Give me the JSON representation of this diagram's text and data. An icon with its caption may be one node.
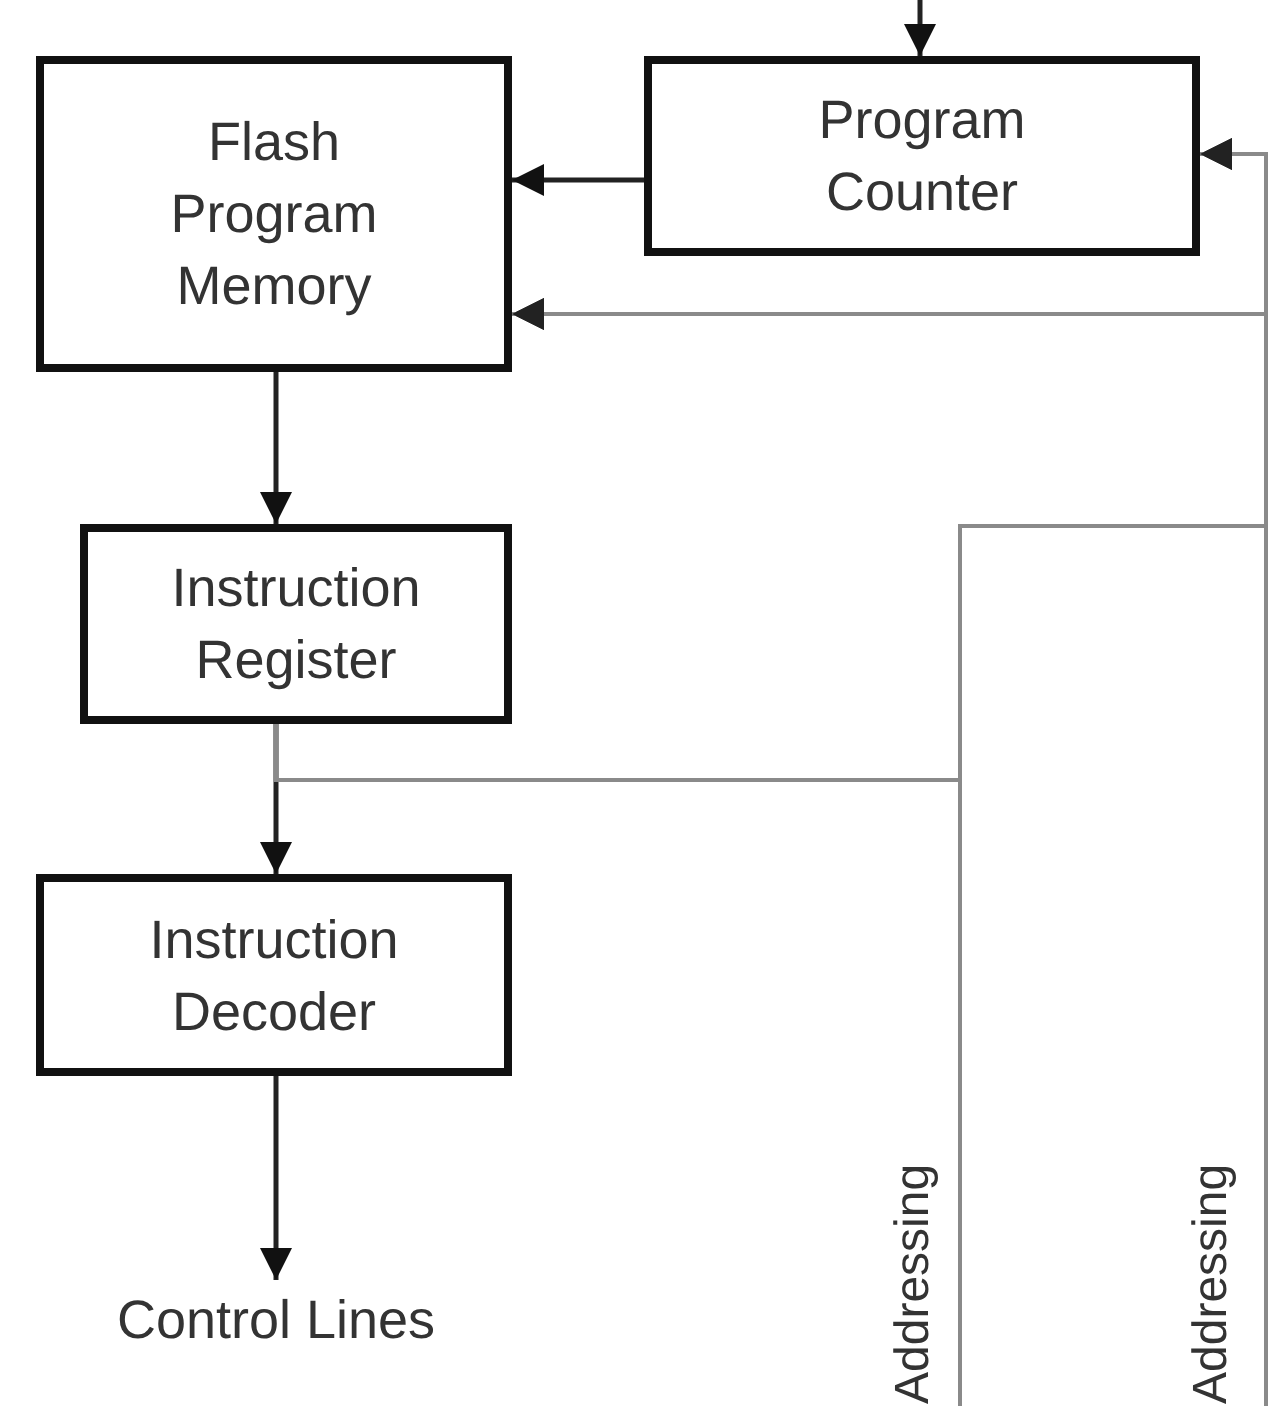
{
  "diagram": {
    "nodes": [
      {
        "text": [
          "Flash Program Memory"
        ]
      },
      {
        "text": [
          "Program Counter"
        ]
      },
      {
        "text": [
          "Instruction Register"
        ]
      },
      {
        "text": [
          "Instruction Decoder"
        ]
      },
      {
        "text": [
          "Control Lines"
        ]
      }
    ],
    "edges": [
      {
        "from": null,
        "to": 1,
        "arrow": "to"
      },
      {
        "from": 1,
        "to": 0,
        "arrow": "to"
      },
      {
        "from": 0,
        "to": 2,
        "arrow": "to"
      },
      {
        "from": 2,
        "to": 3,
        "arrow": "to"
      },
      {
        "from": 3,
        "to": 4,
        "arrow": "to"
      },
      {
        "from": 2,
        "to": 1,
        "arrow": "to",
        "color": "#8a8a8a"
      },
      {
        "from": 2,
        "to": 0,
        "arrow": "to",
        "color": "#8a8a8a"
      },
      {
        "from": 2,
        "to": null,
        "arrow": "none",
        "color": "#8a8a8a"
      },
      {
        "from": null,
        "to": 1,
        "arrow": "to",
        "color": "#8a8a8a"
      },
      {
        "from": null,
        "to": 0,
        "arrow": "to",
        "color": "#8a8a8a"
      }
    ],
    "labels": [
      "Addressing",
      "Addressing"
    ]
  }
}
